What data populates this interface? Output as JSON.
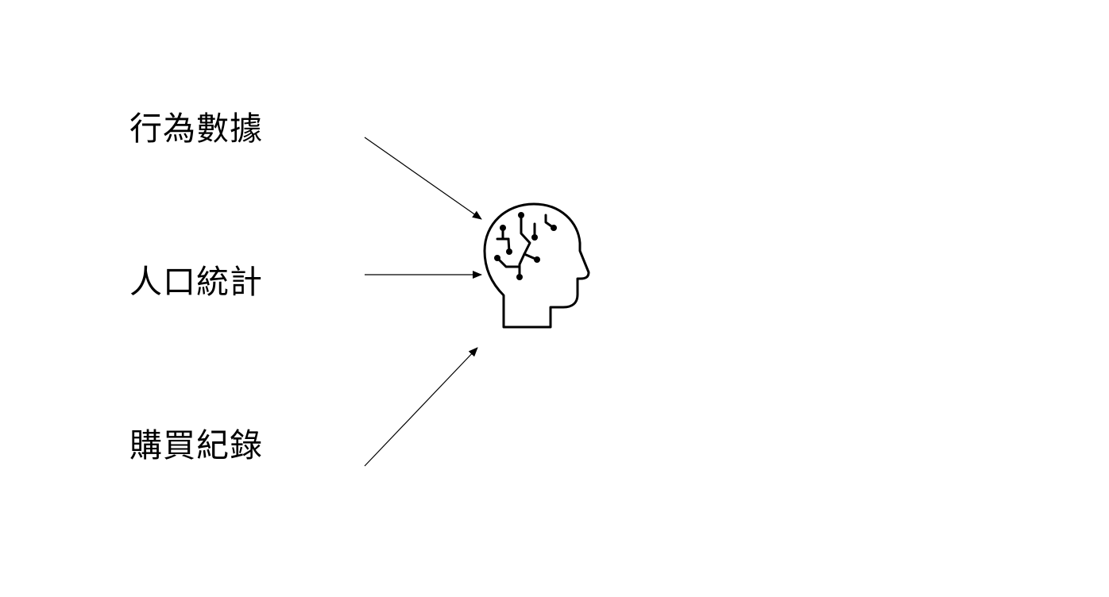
{
  "inputs": [
    {
      "label": "行為數據"
    },
    {
      "label": "人口統計"
    },
    {
      "label": "購買紀錄"
    }
  ],
  "target": {
    "icon": "ai-brain-head-icon"
  },
  "colors": {
    "background": "#ffffff",
    "ink": "#000000"
  }
}
